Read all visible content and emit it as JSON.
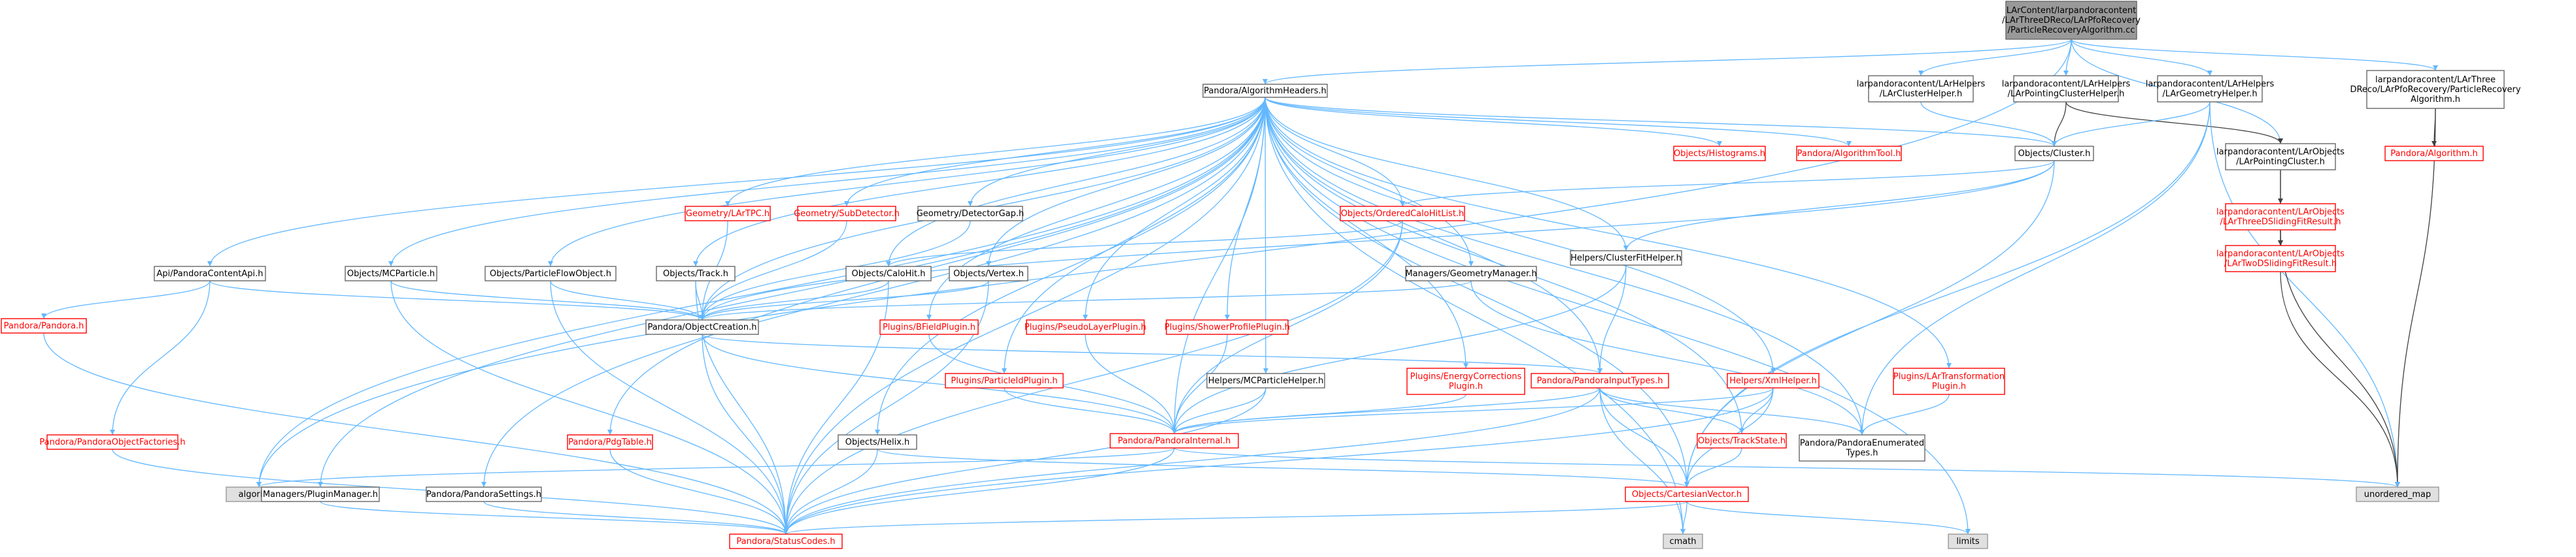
{
  "diagram": {
    "title": "",
    "nodes": [
      {
        "id": "root",
        "lines": [
          "LArContent/larpandoracontent",
          "/LArThreeDReco/LArPfoRecovery",
          "/ParticleRecoveryAlgorithm.cc"
        ],
        "style": "root"
      },
      {
        "id": "algh",
        "lines": [
          "Pandora/AlgorithmHeaders.h"
        ],
        "style": "plain"
      },
      {
        "id": "clh",
        "lines": [
          "larpandoracontent/LArHelpers",
          "/LArClusterHelper.h"
        ],
        "style": "plain"
      },
      {
        "id": "pch",
        "lines": [
          "larpandoracontent/LArHelpers",
          "/LArPointingClusterHelper.h"
        ],
        "style": "plain"
      },
      {
        "id": "geoh",
        "lines": [
          "larpandoracontent/LArHelpers",
          "/LArGeometryHelper.h"
        ],
        "style": "plain"
      },
      {
        "id": "pra",
        "lines": [
          "larpandoracontent/LArThree",
          "DReco/LArPfoRecovery/ParticleRecovery",
          "Algorithm.h"
        ],
        "style": "plain"
      },
      {
        "id": "palg",
        "lines": [
          "Pandora/Algorithm.h"
        ],
        "style": "red"
      },
      {
        "id": "hist",
        "lines": [
          "Objects/Histograms.h"
        ],
        "style": "red"
      },
      {
        "id": "atool",
        "lines": [
          "Pandora/AlgorithmTool.h"
        ],
        "style": "red"
      },
      {
        "id": "cluster",
        "lines": [
          "Objects/Cluster.h"
        ],
        "style": "plain"
      },
      {
        "id": "lpc",
        "lines": [
          "larpandoracontent/LArObjects",
          "/LArPointingCluster.h"
        ],
        "style": "plain"
      },
      {
        "id": "l3d",
        "lines": [
          "larpandoracontent/LArObjects",
          "/LArThreeDSlidingFitResult.h"
        ],
        "style": "red"
      },
      {
        "id": "l2d",
        "lines": [
          "larpandoracontent/LArObjects",
          "/LArTwoDSlidingFitResult.h"
        ],
        "style": "red"
      },
      {
        "id": "tpc",
        "lines": [
          "Geometry/LArTPC.h"
        ],
        "style": "red"
      },
      {
        "id": "subdet",
        "lines": [
          "Geometry/SubDetector.h"
        ],
        "style": "red"
      },
      {
        "id": "detgap",
        "lines": [
          "Geometry/DetectorGap.h"
        ],
        "style": "plain"
      },
      {
        "id": "och",
        "lines": [
          "Objects/OrderedCaloHitList.h"
        ],
        "style": "red"
      },
      {
        "id": "cfh",
        "lines": [
          "Helpers/ClusterFitHelper.h"
        ],
        "style": "plain"
      },
      {
        "id": "api",
        "lines": [
          "Api/PandoraContentApi.h"
        ],
        "style": "plain"
      },
      {
        "id": "mcp",
        "lines": [
          "Objects/MCParticle.h"
        ],
        "style": "plain"
      },
      {
        "id": "pfo",
        "lines": [
          "Objects/ParticleFlowObject.h"
        ],
        "style": "plain"
      },
      {
        "id": "track",
        "lines": [
          "Objects/Track.h"
        ],
        "style": "plain"
      },
      {
        "id": "calohit",
        "lines": [
          "Objects/CaloHit.h"
        ],
        "style": "plain"
      },
      {
        "id": "vertex",
        "lines": [
          "Objects/Vertex.h"
        ],
        "style": "plain"
      },
      {
        "id": "geomgr",
        "lines": [
          "Managers/GeometryManager.h"
        ],
        "style": "plain"
      },
      {
        "id": "pandora",
        "lines": [
          "Pandora/Pandora.h"
        ],
        "style": "red"
      },
      {
        "id": "objcr",
        "lines": [
          "Pandora/ObjectCreation.h"
        ],
        "style": "plain"
      },
      {
        "id": "bfield",
        "lines": [
          "Plugins/BFieldPlugin.h"
        ],
        "style": "red"
      },
      {
        "id": "pseudo",
        "lines": [
          "Plugins/PseudoLayerPlugin.h"
        ],
        "style": "red"
      },
      {
        "id": "shower",
        "lines": [
          "Plugins/ShowerProfilePlugin.h"
        ],
        "style": "red"
      },
      {
        "id": "pid",
        "lines": [
          "Plugins/ParticleIdPlugin.h"
        ],
        "style": "red"
      },
      {
        "id": "mcph",
        "lines": [
          "Helpers/MCParticleHelper.h"
        ],
        "style": "plain"
      },
      {
        "id": "energy",
        "lines": [
          "Plugins/EnergyCorrections",
          "Plugin.h"
        ],
        "style": "red"
      },
      {
        "id": "pit",
        "lines": [
          "Pandora/PandoraInputTypes.h"
        ],
        "style": "red"
      },
      {
        "id": "xml",
        "lines": [
          "Helpers/XmlHelper.h"
        ],
        "style": "red"
      },
      {
        "id": "ltrans",
        "lines": [
          "Plugins/LArTransformation",
          "Plugin.h"
        ],
        "style": "red"
      },
      {
        "id": "pof",
        "lines": [
          "Pandora/PandoraObjectFactories.h"
        ],
        "style": "red"
      },
      {
        "id": "pdg",
        "lines": [
          "Pandora/PdgTable.h"
        ],
        "style": "red"
      },
      {
        "id": "helix",
        "lines": [
          "Objects/Helix.h"
        ],
        "style": "plain"
      },
      {
        "id": "pint",
        "lines": [
          "Pandora/PandoraInternal.h"
        ],
        "style": "red"
      },
      {
        "id": "tstate",
        "lines": [
          "Objects/TrackState.h"
        ],
        "style": "red"
      },
      {
        "id": "penum",
        "lines": [
          "Pandora/PandoraEnumerated",
          "Types.h"
        ],
        "style": "plain"
      },
      {
        "id": "algo",
        "lines": [
          "algorithm"
        ],
        "style": "gray"
      },
      {
        "id": "plugmgr",
        "lines": [
          "Managers/PluginManager.h"
        ],
        "style": "plain"
      },
      {
        "id": "psettings",
        "lines": [
          "Pandora/PandoraSettings.h"
        ],
        "style": "plain"
      },
      {
        "id": "cvec",
        "lines": [
          "Objects/CartesianVector.h"
        ],
        "style": "red"
      },
      {
        "id": "umap",
        "lines": [
          "unordered_map"
        ],
        "style": "gray"
      },
      {
        "id": "status",
        "lines": [
          "Pandora/StatusCodes.h"
        ],
        "style": "red"
      },
      {
        "id": "cmath",
        "lines": [
          "cmath"
        ],
        "style": "gray"
      },
      {
        "id": "limits",
        "lines": [
          "limits"
        ],
        "style": "gray"
      }
    ],
    "edges": [
      [
        "root",
        "algh"
      ],
      [
        "root",
        "clh"
      ],
      [
        "root",
        "pch"
      ],
      [
        "root",
        "geoh"
      ],
      [
        "root",
        "pra"
      ],
      [
        "root",
        "lpc"
      ],
      [
        "root",
        "algo"
      ],
      [
        "algh",
        "api"
      ],
      [
        "algh",
        "mcp"
      ],
      [
        "algh",
        "pfo"
      ],
      [
        "algh",
        "track"
      ],
      [
        "algh",
        "calohit"
      ],
      [
        "algh",
        "vertex"
      ],
      [
        "algh",
        "geomgr"
      ],
      [
        "algh",
        "tpc"
      ],
      [
        "algh",
        "subdet"
      ],
      [
        "algh",
        "detgap"
      ],
      [
        "algh",
        "och"
      ],
      [
        "algh",
        "cfh"
      ],
      [
        "algh",
        "hist"
      ],
      [
        "algh",
        "atool"
      ],
      [
        "algh",
        "cluster"
      ],
      [
        "algh",
        "bfield"
      ],
      [
        "algh",
        "pseudo"
      ],
      [
        "algh",
        "shower"
      ],
      [
        "algh",
        "pid"
      ],
      [
        "algh",
        "mcph"
      ],
      [
        "algh",
        "energy"
      ],
      [
        "algh",
        "pit"
      ],
      [
        "algh",
        "xml"
      ],
      [
        "algh",
        "ltrans"
      ],
      [
        "algh",
        "pdg"
      ],
      [
        "algh",
        "helix"
      ],
      [
        "algh",
        "pint"
      ],
      [
        "algh",
        "tstate"
      ],
      [
        "algh",
        "penum"
      ],
      [
        "algh",
        "algo"
      ],
      [
        "algh",
        "plugmgr"
      ],
      [
        "algh",
        "psettings"
      ],
      [
        "algh",
        "cvec"
      ],
      [
        "algh",
        "status"
      ],
      [
        "algh",
        "cmath"
      ],
      [
        "algh",
        "limits"
      ],
      [
        "algh",
        "objcr"
      ],
      [
        "clh",
        "cluster"
      ],
      [
        "pch",
        "cluster"
      ],
      [
        "pch",
        "lpc"
      ],
      [
        "geoh",
        "cluster"
      ],
      [
        "geoh",
        "umap"
      ],
      [
        "geoh",
        "cvec"
      ],
      [
        "geoh",
        "penum"
      ],
      [
        "pra",
        "palg"
      ],
      [
        "pra",
        "umap"
      ],
      [
        "cluster",
        "och"
      ],
      [
        "cluster",
        "cvec"
      ],
      [
        "cluster",
        "objcr"
      ],
      [
        "cluster",
        "cfh"
      ],
      [
        "lpc",
        "l3d"
      ],
      [
        "lpc",
        "l2d"
      ],
      [
        "l3d",
        "l2d"
      ],
      [
        "l3d",
        "umap"
      ],
      [
        "l2d",
        "umap"
      ],
      [
        "tpc",
        "objcr"
      ],
      [
        "subdet",
        "objcr"
      ],
      [
        "detgap",
        "objcr"
      ],
      [
        "och",
        "calohit"
      ],
      [
        "och",
        "pint"
      ],
      [
        "och",
        "status"
      ],
      [
        "cfh",
        "pint"
      ],
      [
        "cfh",
        "pit"
      ],
      [
        "api",
        "objcr"
      ],
      [
        "api",
        "pandora"
      ],
      [
        "api",
        "pof"
      ],
      [
        "mcp",
        "objcr"
      ],
      [
        "mcp",
        "status"
      ],
      [
        "pfo",
        "objcr"
      ],
      [
        "pfo",
        "status"
      ],
      [
        "track",
        "objcr"
      ],
      [
        "track",
        "status"
      ],
      [
        "calohit",
        "objcr"
      ],
      [
        "calohit",
        "status"
      ],
      [
        "vertex",
        "objcr"
      ],
      [
        "vertex",
        "status"
      ],
      [
        "geomgr",
        "objcr"
      ],
      [
        "geomgr",
        "penum"
      ],
      [
        "pandora",
        "status"
      ],
      [
        "objcr",
        "pit"
      ],
      [
        "objcr",
        "pint"
      ],
      [
        "objcr",
        "status"
      ],
      [
        "bfield",
        "pint"
      ],
      [
        "pseudo",
        "pint"
      ],
      [
        "shower",
        "pint"
      ],
      [
        "pid",
        "pint"
      ],
      [
        "mcph",
        "pint"
      ],
      [
        "mcph",
        "status"
      ],
      [
        "energy",
        "pint"
      ],
      [
        "pit",
        "pint"
      ],
      [
        "pit",
        "tstate"
      ],
      [
        "pit",
        "penum"
      ],
      [
        "pit",
        "cvec"
      ],
      [
        "pit",
        "status"
      ],
      [
        "pit",
        "cmath"
      ],
      [
        "xml",
        "pint"
      ],
      [
        "xml",
        "tstate"
      ],
      [
        "xml",
        "cvec"
      ],
      [
        "xml",
        "status"
      ],
      [
        "ltrans",
        "penum"
      ],
      [
        "pof",
        "status"
      ],
      [
        "pdg",
        "status"
      ],
      [
        "helix",
        "cvec"
      ],
      [
        "helix",
        "status"
      ],
      [
        "pint",
        "algo"
      ],
      [
        "pint",
        "umap"
      ],
      [
        "pint",
        "status"
      ],
      [
        "tstate",
        "cvec"
      ],
      [
        "plugmgr",
        "status"
      ],
      [
        "psettings",
        "status"
      ],
      [
        "cvec",
        "status"
      ],
      [
        "cvec",
        "cmath"
      ],
      [
        "cvec",
        "limits"
      ]
    ]
  }
}
